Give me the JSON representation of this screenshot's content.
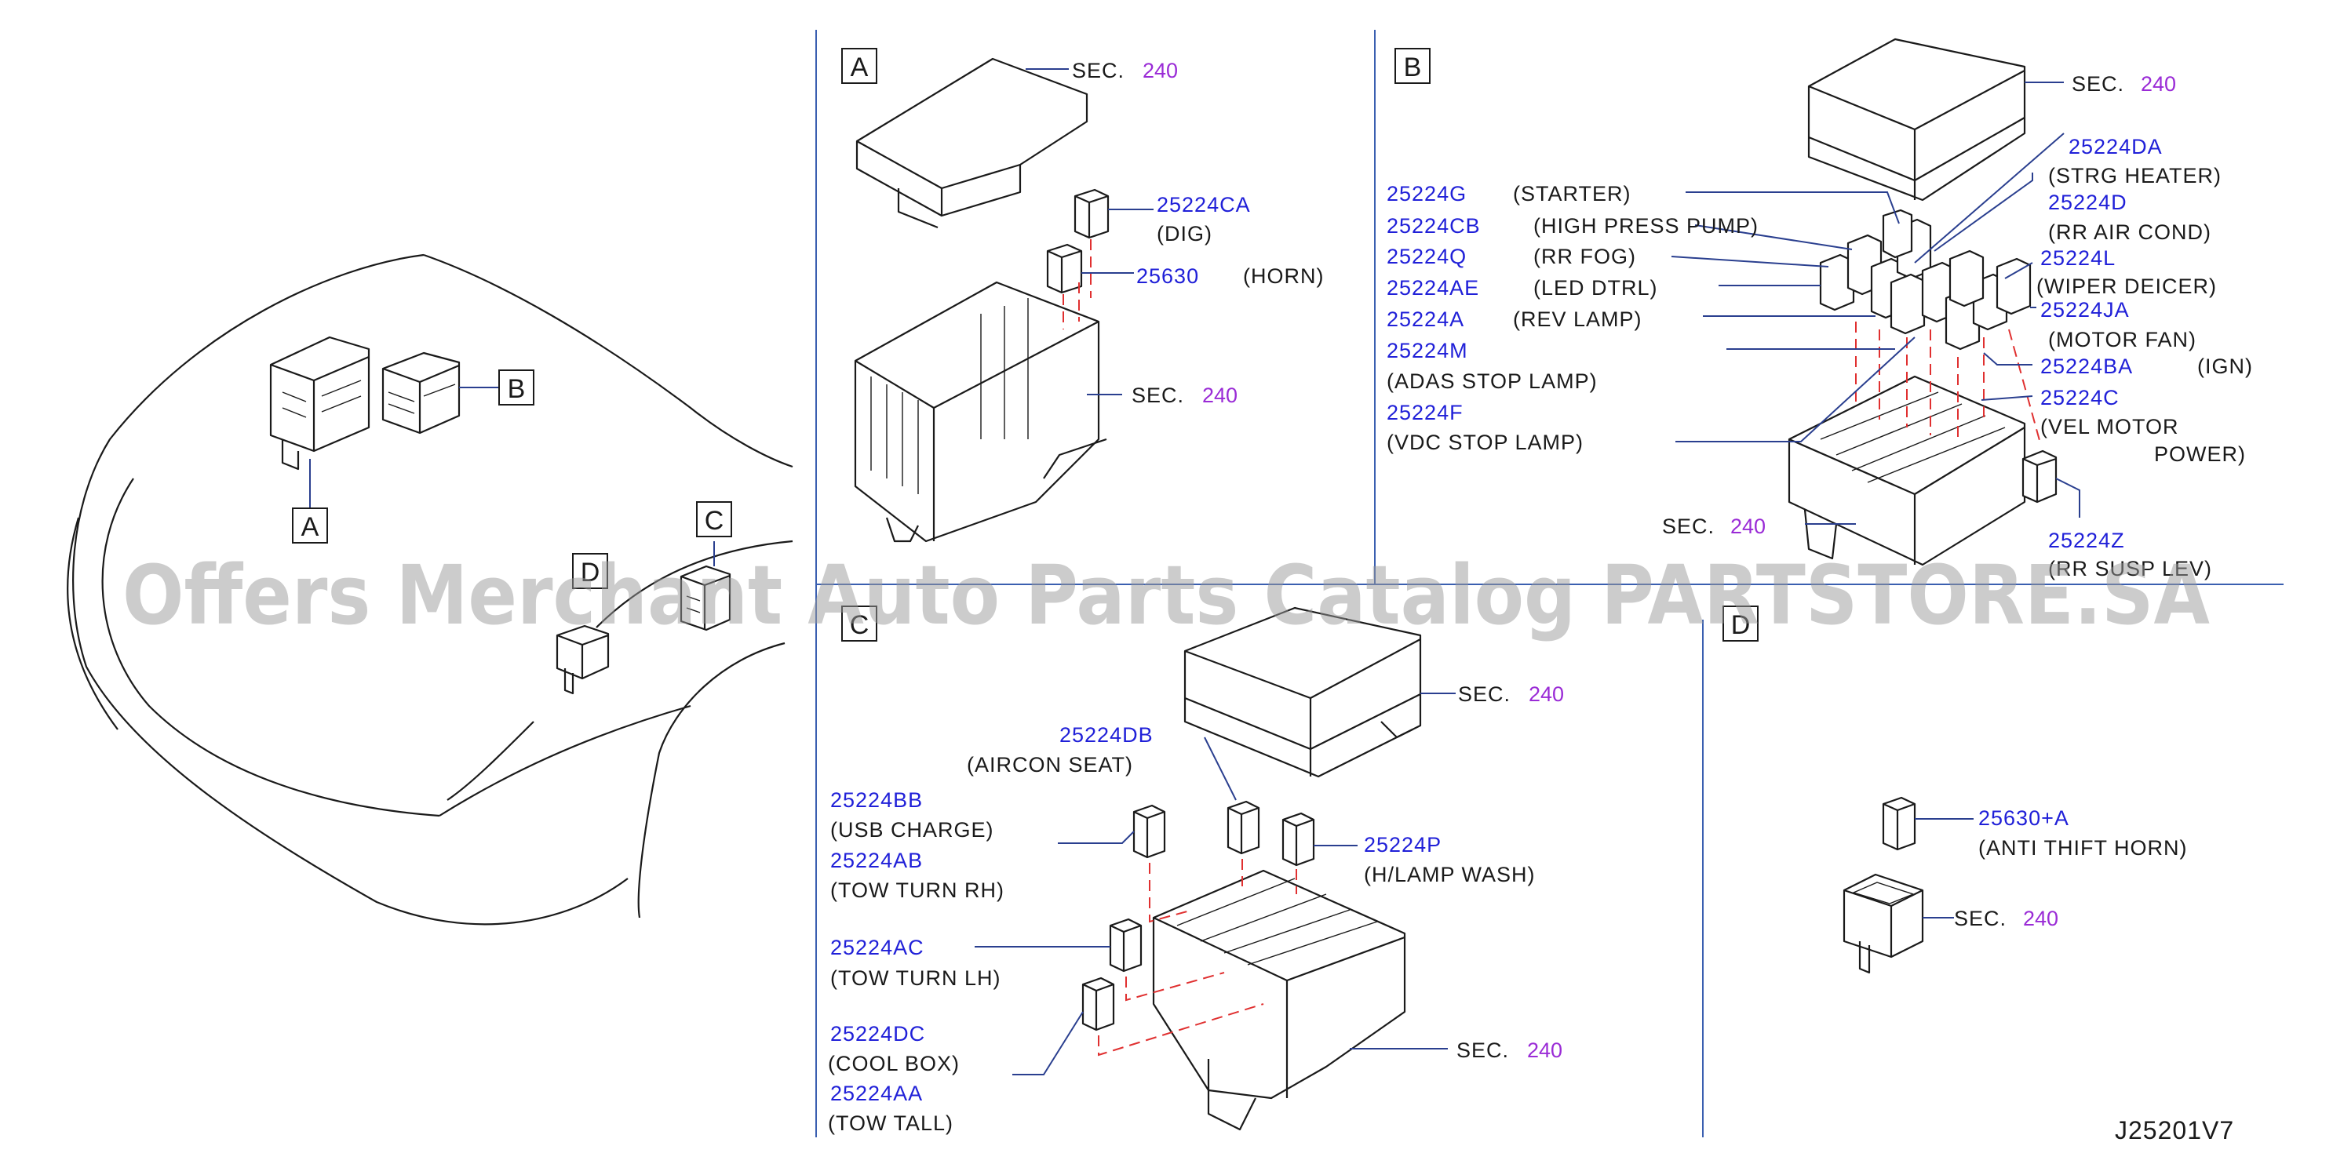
{
  "sections": {
    "a": "A",
    "b": "B",
    "c": "C",
    "d": "D"
  },
  "overview": {
    "a": "A",
    "b": "B",
    "c": "C",
    "d": "D"
  },
  "sec_label": "SEC.",
  "sec_number": "240",
  "panel_a": {
    "parts": [
      {
        "part": "25224CA",
        "desc": "(DIG)"
      },
      {
        "part": "25630",
        "desc": "(HORN)"
      }
    ]
  },
  "panel_b": {
    "left_parts": [
      {
        "part": "25224G",
        "desc": "(STARTER)"
      },
      {
        "part": "25224CB",
        "desc": "(HIGH PRESS PUMP)"
      },
      {
        "part": "25224Q",
        "desc": "(RR FOG)"
      },
      {
        "part": "25224AE",
        "desc": "(LED DTRL)"
      },
      {
        "part": "25224A",
        "desc": "(REV LAMP)"
      },
      {
        "part": "25224M",
        "desc": "(ADAS STOP LAMP)"
      },
      {
        "part": "25224F",
        "desc": "(VDC STOP LAMP)"
      }
    ],
    "right_parts": [
      {
        "part": "25224DA",
        "desc": "(STRG HEATER)"
      },
      {
        "part": "25224D",
        "desc": "(RR AIR COND)"
      },
      {
        "part": "25224L",
        "desc": "(WIPER DEICER)"
      },
      {
        "part": "25224JA",
        "desc": "(MOTOR FAN)"
      },
      {
        "part": "25224BA",
        "desc": "(IGN)"
      },
      {
        "part": "25224C",
        "desc": "(VEL MOTOR",
        "desc2": "POWER)"
      },
      {
        "part": "25224Z",
        "desc": "(RR SUSP LEV)"
      }
    ]
  },
  "panel_c": {
    "parts": [
      {
        "part": "25224DB",
        "desc": "(AIRCON SEAT)"
      },
      {
        "part": "25224BB",
        "desc": "(USB CHARGE)"
      },
      {
        "part": "25224AB",
        "desc": "(TOW TURN RH)"
      },
      {
        "part": "25224P",
        "desc": "(H/LAMP WASH)"
      },
      {
        "part": "25224AC",
        "desc": "(TOW TURN LH)"
      },
      {
        "part": "25224DC",
        "desc": "(COOL BOX)"
      },
      {
        "part": "25224AA",
        "desc": "(TOW TALL)"
      }
    ]
  },
  "panel_d": {
    "parts": [
      {
        "part": "25630+A",
        "desc": "(ANTI THIFT HORN)"
      }
    ]
  },
  "diagram_code": "J25201V7",
  "watermark": "Offers Merchant Auto Parts Catalog PARTSTORE.SA",
  "colors": {
    "part_number": "#2020d8",
    "sec_number": "#9a2bd6",
    "leader": "#2a3f8f",
    "dash": "#e03030"
  }
}
